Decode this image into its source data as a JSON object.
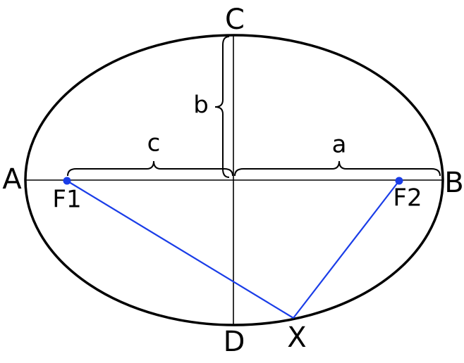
{
  "points": {
    "A": "A",
    "B": "B",
    "C": "C",
    "D": "D",
    "X": "X",
    "F1": "F1",
    "F2": "F2"
  },
  "segments": {
    "a": "a",
    "b": "b",
    "c": "c"
  },
  "colors": {
    "outline": "#000000",
    "axes": "#000000",
    "focal_lines": "#1a3de8",
    "foci": "#1a3de8",
    "background": "#ffffff"
  }
}
